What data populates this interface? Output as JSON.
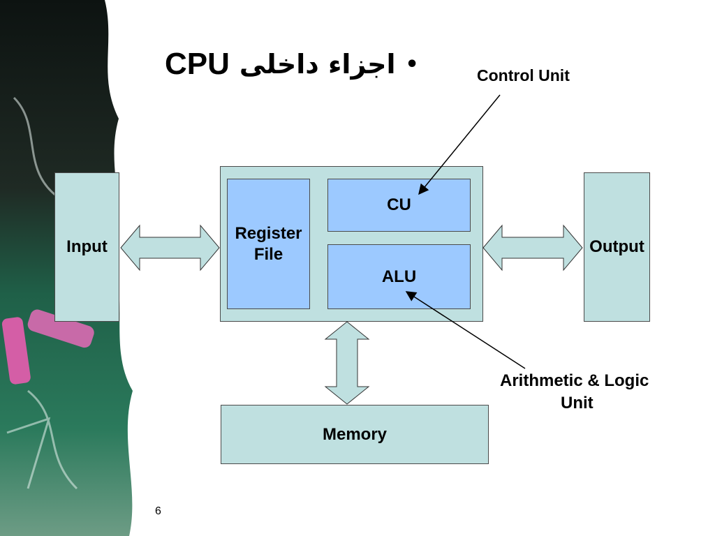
{
  "slide": {
    "title_latin": "CPU",
    "title_arabic": "اجزاء داخلی",
    "bullet": "•",
    "page_number": "6"
  },
  "diagram": {
    "nodes": {
      "input": "Input",
      "output": "Output",
      "register_file": "Register File",
      "cu": "CU",
      "alu": "ALU",
      "memory": "Memory"
    },
    "annotations": {
      "control_unit": "Control Unit",
      "alu_label_line1": "Arithmetic & Logic",
      "alu_label_line2": "Unit"
    }
  },
  "colors": {
    "teal_box": "#bfe0e0",
    "blue_box": "#9cc9ff",
    "chalkboard": "#1d3a2f"
  }
}
